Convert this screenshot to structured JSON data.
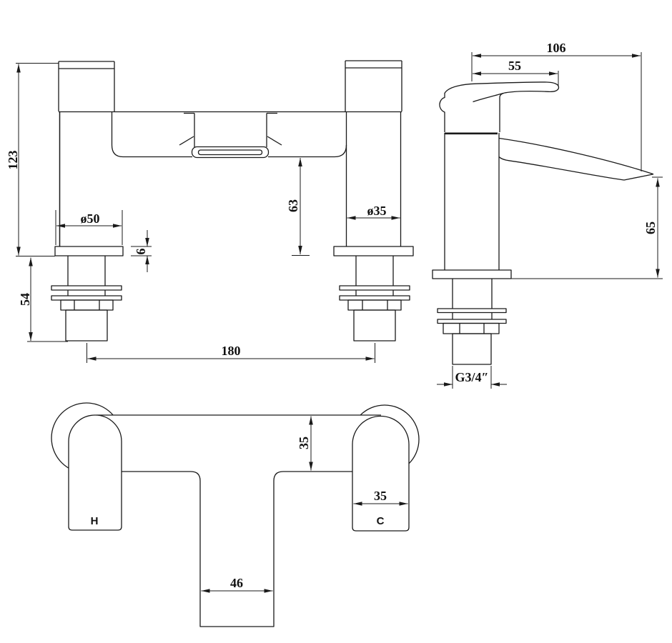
{
  "style": {
    "background": "#ffffff",
    "line_color": "#1a1a1a",
    "text_color": "#111111"
  },
  "views": {
    "front": {
      "dims": {
        "overall_height": "123",
        "base_diameter": "ø50",
        "flange_thickness": "6",
        "tail_length": "54",
        "body_height": "63",
        "pillar_diameter": "ø35",
        "hole_centres": "180"
      }
    },
    "side": {
      "dims": {
        "overall_depth": "106",
        "handle_reach": "55",
        "spout_height": "65",
        "thread_size": "G3/4″"
      }
    },
    "plan": {
      "dims": {
        "body_depth": "35",
        "handle_width": "35",
        "spout_body_width": "46"
      },
      "labels": {
        "hot": "H",
        "cold": "C"
      }
    }
  }
}
